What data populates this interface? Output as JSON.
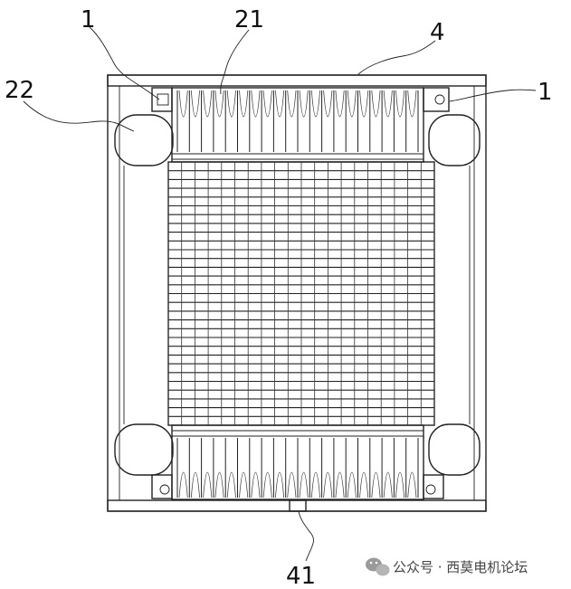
{
  "labels": {
    "l1_left": "1",
    "l21": "21",
    "l4": "4",
    "l22": "22",
    "l1_right": "1",
    "l41": "41"
  },
  "watermark": "公众号 · 西莫电机论坛",
  "colors": {
    "line": "#222222",
    "hatch": "#555555",
    "background": "#ffffff",
    "watermark_icon": "#9a9a9a"
  },
  "icons": {
    "watermark": "wechat-icon"
  }
}
